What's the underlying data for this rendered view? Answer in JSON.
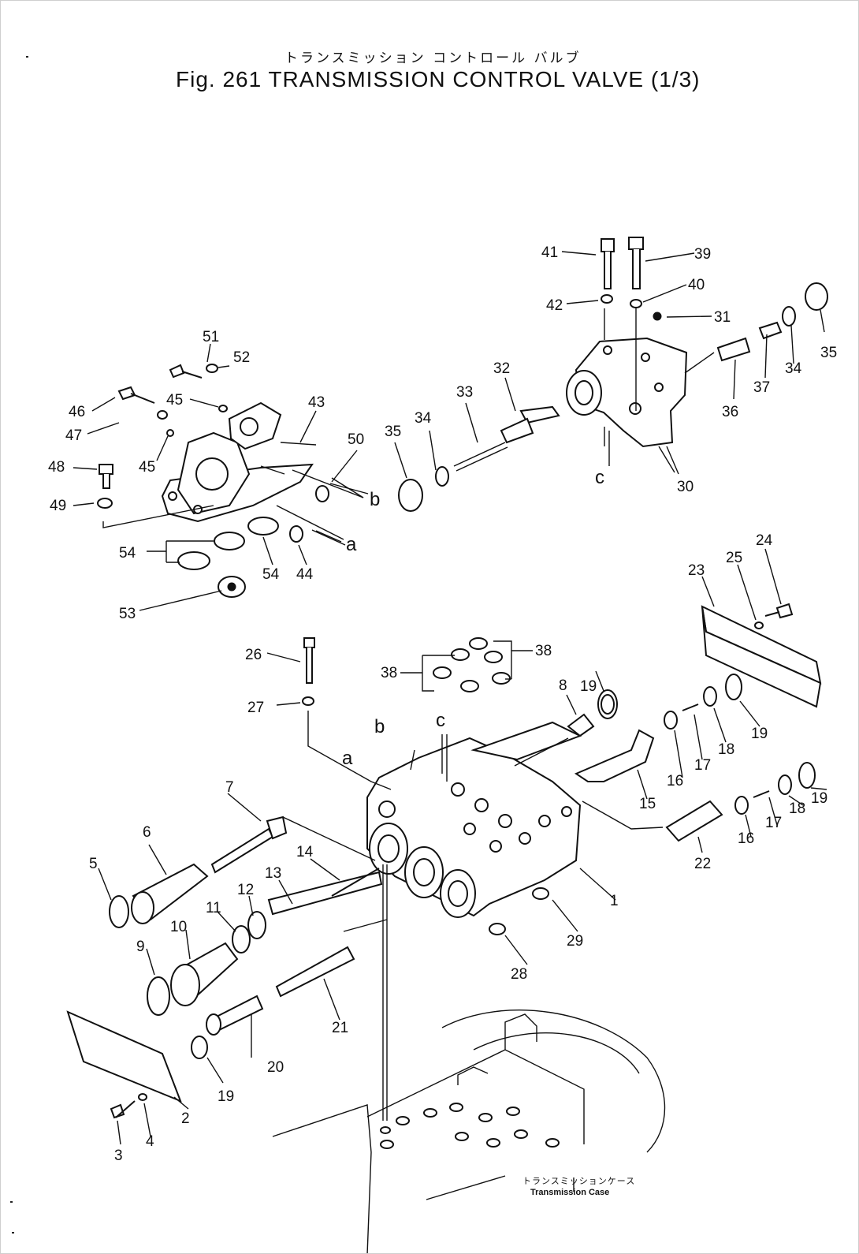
{
  "title": {
    "japanese": "トランスミッション コントロール バルブ",
    "english": "Fig. 261 TRANSMISSION CONTROL VALVE (1/3)"
  },
  "reference_letters": [
    "a",
    "b",
    "c"
  ],
  "part_numbers": [
    "1",
    "2",
    "3",
    "4",
    "5",
    "6",
    "7",
    "8",
    "9",
    "10",
    "11",
    "12",
    "13",
    "14",
    "15",
    "16",
    "17",
    "18",
    "19",
    "20",
    "21",
    "22",
    "23",
    "24",
    "25",
    "26",
    "27",
    "28",
    "29",
    "30",
    "31",
    "32",
    "33",
    "34",
    "35",
    "36",
    "37",
    "38",
    "39",
    "40",
    "41",
    "42",
    "43",
    "44",
    "45",
    "46",
    "47",
    "48",
    "49",
    "50",
    "51",
    "52",
    "53",
    "54"
  ],
  "case_label": {
    "japanese": "トランスミッションケース",
    "english": "Transmission Case"
  }
}
